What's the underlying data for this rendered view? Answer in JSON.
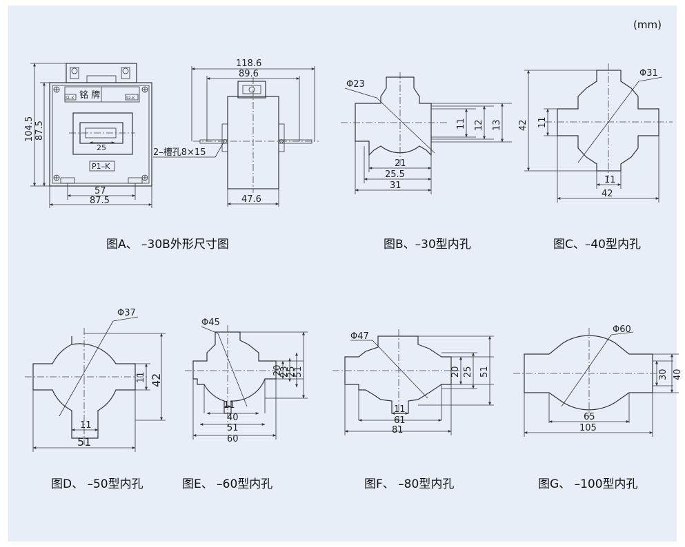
{
  "unit": "(mm)",
  "captions": {
    "a": "图A、 –30B外形尺寸图",
    "b": "图B、–30型内孔",
    "c": "图C、–40型内孔",
    "d": "图D、 –50型内孔",
    "e": "图E、 –60型内孔",
    "f": "图F、 –80型内孔",
    "g": "图G、 –100型内孔"
  },
  "fig_a": {
    "nameplate": "铭    牌",
    "terminal": "P1–K",
    "t_left": "S1–K",
    "t_right": "S2–K",
    "h_outer": "104.5",
    "h_inner": "87.5",
    "w_inner": "57",
    "w_outer": "87.5",
    "window": "25",
    "side_total": "118.6",
    "side_mid": "89.6",
    "side_depth": "47.6",
    "slot": "2–槽孔8×15"
  },
  "fig_b": {
    "phi": "Φ23",
    "d1": "11",
    "d2": "12",
    "d3": "13",
    "w1": "21",
    "w2": "25.5",
    "w3": "31"
  },
  "fig_c": {
    "phi": "Φ31",
    "h": "42",
    "h2": "11",
    "w1": "11",
    "w2": "42"
  },
  "fig_d": {
    "phi": "Φ37",
    "h1": "11",
    "h2": "42",
    "w1": "11",
    "w2": "51"
  },
  "fig_e": {
    "phi": "Φ45",
    "h1": "20",
    "h2": "23",
    "h3": "25",
    "h4": "51",
    "w1": "11",
    "w2": "40",
    "w3": "51",
    "w4": "60"
  },
  "fig_f": {
    "phi": "Φ47",
    "h1": "20",
    "h2": "25",
    "h3": "51",
    "w1": "11",
    "w2": "61",
    "w3": "81"
  },
  "fig_g": {
    "phi": "Φ60",
    "h1": "30",
    "h2": "40",
    "w1": "65",
    "w2": "105"
  }
}
